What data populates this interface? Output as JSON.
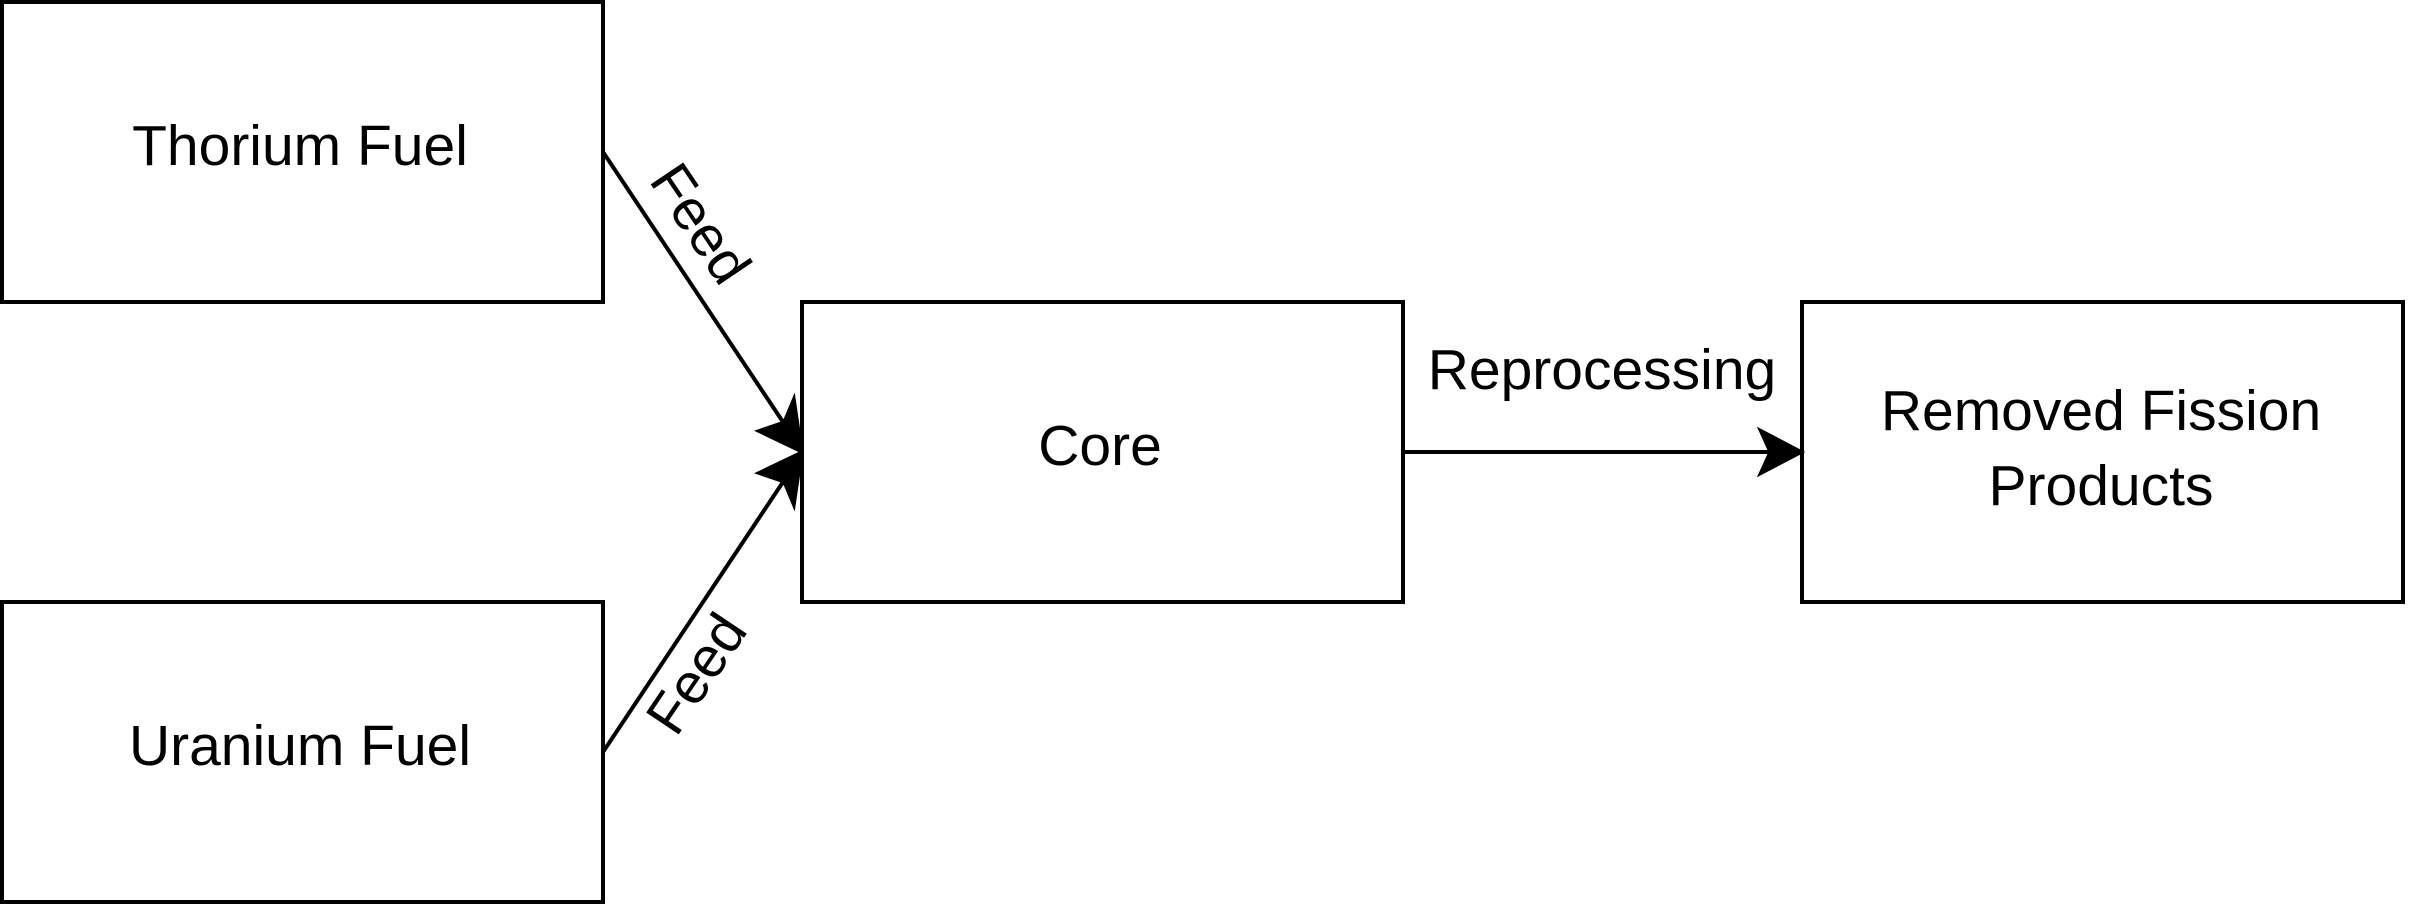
{
  "nodes": {
    "thorium": {
      "label": "Thorium Fuel"
    },
    "uranium": {
      "label": "Uranium Fuel"
    },
    "core": {
      "label": "Core"
    },
    "removed": {
      "line1": "Removed Fission",
      "line2": "Products"
    }
  },
  "edges": {
    "thorium_to_core": {
      "label": "Feed"
    },
    "uranium_to_core": {
      "label": "Feed"
    },
    "core_to_removed": {
      "label": "Reprocessing"
    }
  },
  "colors": {
    "stroke": "#000000",
    "fill": "#ffffff",
    "text": "#000000"
  }
}
